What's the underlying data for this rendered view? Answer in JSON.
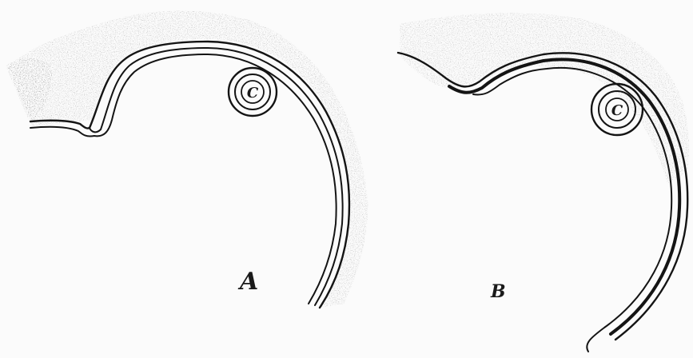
{
  "figure": {
    "panels": [
      {
        "id": "A",
        "label": "A",
        "circle_label": "C"
      },
      {
        "id": "B",
        "label": "B",
        "circle_label": "C"
      }
    ]
  }
}
